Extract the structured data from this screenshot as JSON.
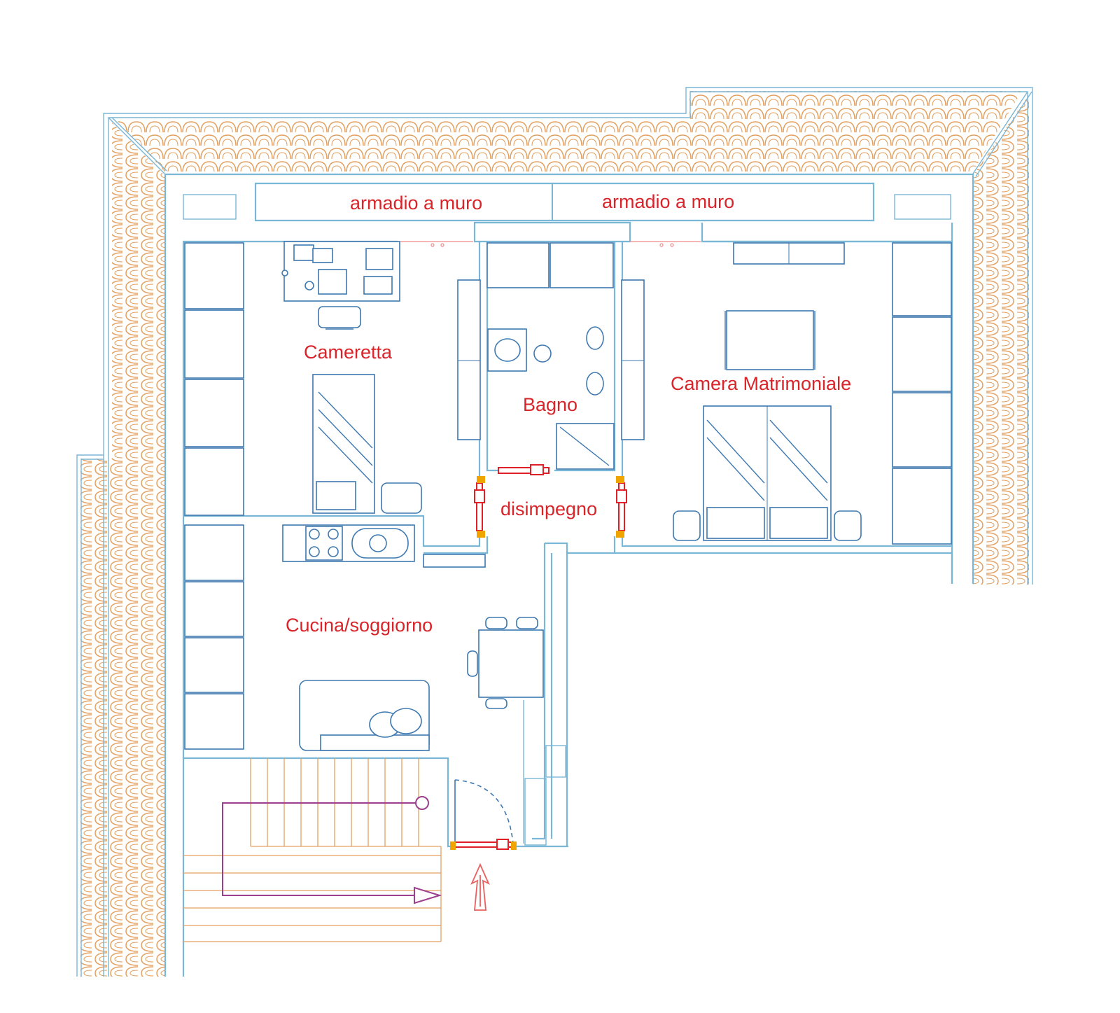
{
  "labels": {
    "wardrobe_left": "armadio a muro",
    "wardrobe_right": "armadio a muro",
    "cameretta": "Cameretta",
    "bagno": "Bagno",
    "camera": "Camera Matrimoniale",
    "disimpegno": "disimpegno",
    "cucina": "Cucina/soggiorno"
  },
  "colors": {
    "wall": "#3e78b0",
    "wall_light": "#7ab6d6",
    "tile": "#e3a060",
    "label": "#d9242a",
    "door": "#e01f26",
    "stair_arrow": "#9b3f8e",
    "entry_arrow": "#e86060",
    "jamb": "#f0a400"
  },
  "icons": {
    "roof": "roof-tiles",
    "entry": "entry-arrow-icon",
    "stairs": "stair-direction-arrow"
  }
}
